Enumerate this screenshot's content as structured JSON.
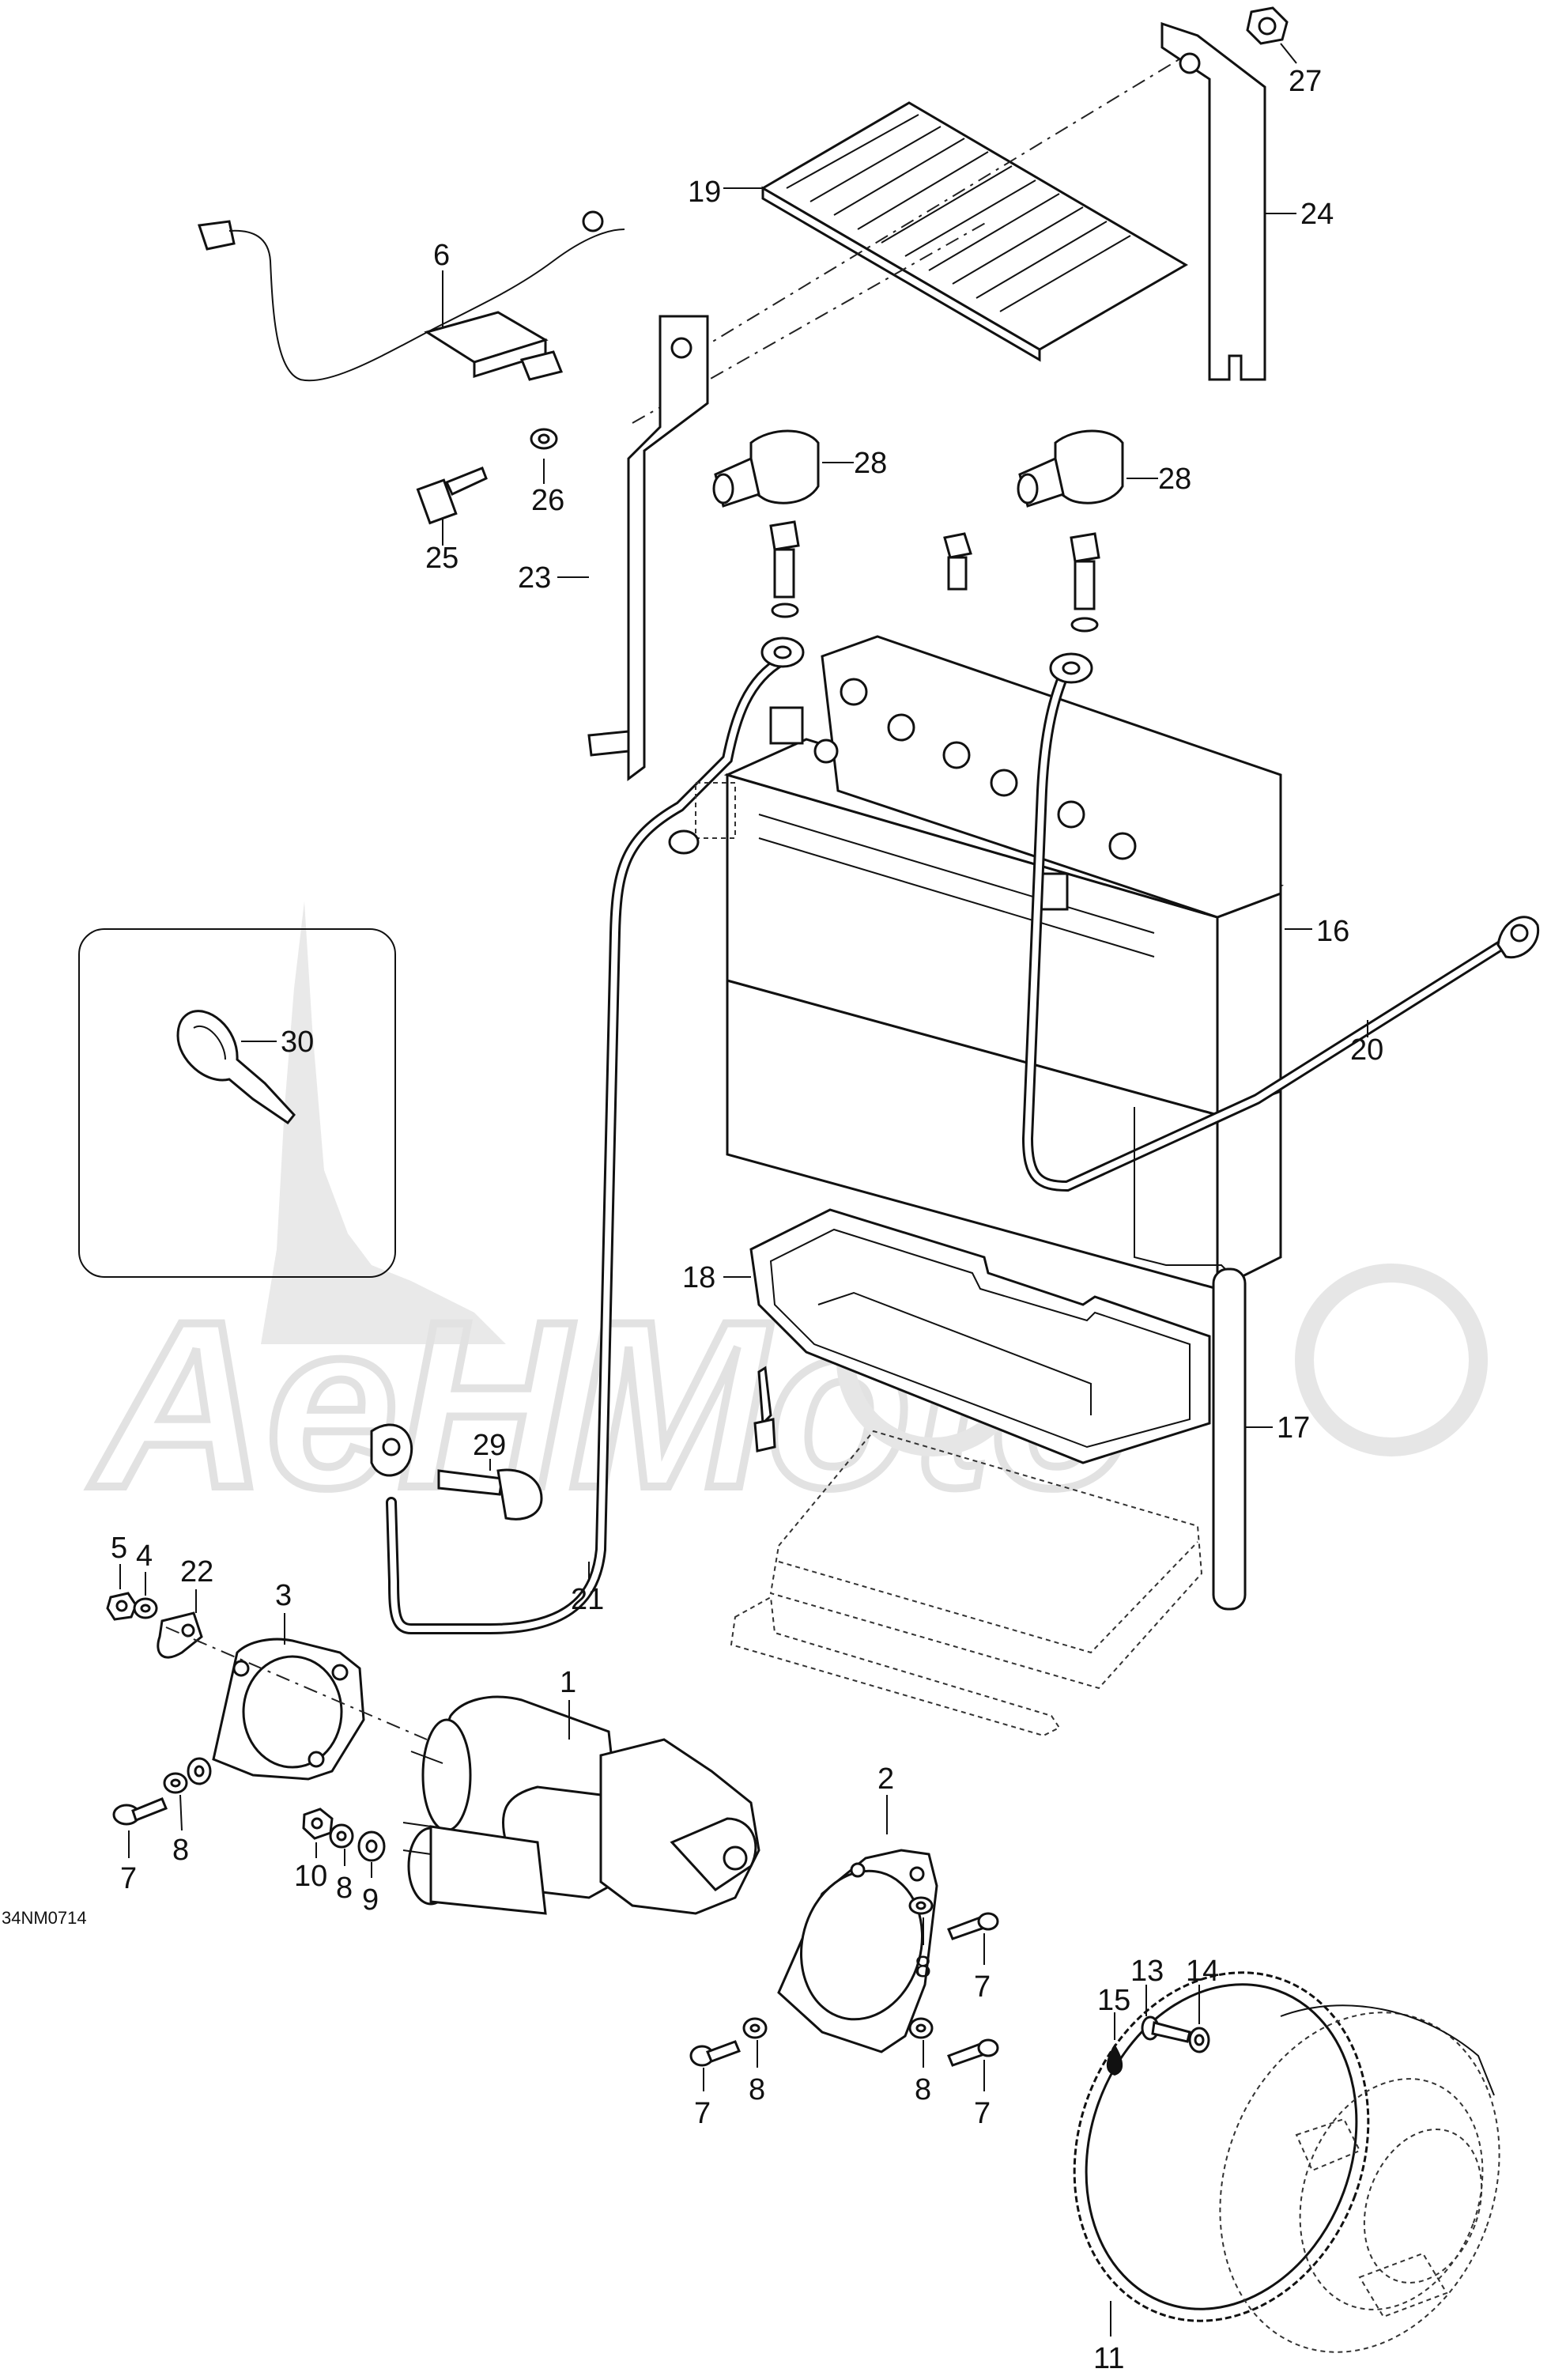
{
  "diagram_code": "34NM0714",
  "watermark_text": "AeHMoto",
  "callouts": [
    {
      "id": "c1",
      "label": "1"
    },
    {
      "id": "c2",
      "label": "2"
    },
    {
      "id": "c3",
      "label": "3"
    },
    {
      "id": "c4",
      "label": "4"
    },
    {
      "id": "c5",
      "label": "5"
    },
    {
      "id": "c6",
      "label": "6"
    },
    {
      "id": "c7a",
      "label": "7"
    },
    {
      "id": "c7b",
      "label": "7"
    },
    {
      "id": "c7c",
      "label": "7"
    },
    {
      "id": "c7d",
      "label": "7"
    },
    {
      "id": "c8a",
      "label": "8"
    },
    {
      "id": "c8b",
      "label": "8"
    },
    {
      "id": "c8c",
      "label": "8"
    },
    {
      "id": "c8d",
      "label": "8"
    },
    {
      "id": "c8e",
      "label": "8"
    },
    {
      "id": "c9",
      "label": "9"
    },
    {
      "id": "c10",
      "label": "10"
    },
    {
      "id": "c11",
      "label": "11"
    },
    {
      "id": "c13",
      "label": "13"
    },
    {
      "id": "c14",
      "label": "14"
    },
    {
      "id": "c15",
      "label": "15"
    },
    {
      "id": "c16",
      "label": "16"
    },
    {
      "id": "c17",
      "label": "17"
    },
    {
      "id": "c18",
      "label": "18"
    },
    {
      "id": "c19",
      "label": "19"
    },
    {
      "id": "c20",
      "label": "20"
    },
    {
      "id": "c21",
      "label": "21"
    },
    {
      "id": "c22",
      "label": "22"
    },
    {
      "id": "c23",
      "label": "23"
    },
    {
      "id": "c24",
      "label": "24"
    },
    {
      "id": "c25",
      "label": "25"
    },
    {
      "id": "c26",
      "label": "26"
    },
    {
      "id": "c27",
      "label": "27"
    },
    {
      "id": "c28a",
      "label": "28"
    },
    {
      "id": "c28b",
      "label": "28"
    },
    {
      "id": "c29",
      "label": "29"
    },
    {
      "id": "c30",
      "label": "30"
    }
  ],
  "colors": {
    "line": "#111111",
    "watermark": "#e9e9e9",
    "background": "#ffffff"
  }
}
